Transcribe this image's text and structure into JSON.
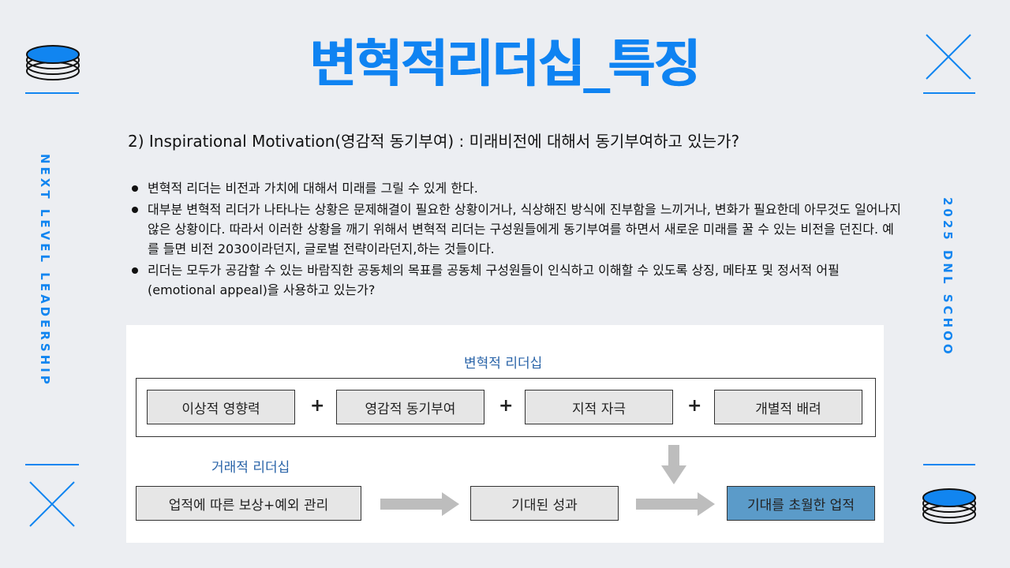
{
  "title": "변혁적리더십_특징",
  "side_left": "NEXT LEVEL LEADERSHIP",
  "side_right": "2025 DNL SCHOO",
  "subhead": "2) Inspirational Motivation(영감적 동기부여) : 미래비전에 대해서 동기부여하고 있는가?",
  "bullets": [
    "변혁적 리더는 비전과 가치에 대해서 미래를 그릴 수 있게 한다.",
    "대부분 변혁적 리더가 나타나는 상황은 문제해결이 필요한 상황이거나, 식상해진 방식에 진부함을 느끼거나, 변화가 필요한데 아무것도 일어나지 않은 상황이다. 따라서 이러한 상황을 깨기 위해서 변혁적 리더는 구성원들에게 동기부여를 하면서 새로운 미래를 꿀 수 있는 비전을 던진다. 예를 들면 비전 2030이라던지, 글로벌 전략이라던지,하는 것들이다.",
    "리더는 모두가 공감할 수 있는 바람직한 공동체의 목표를 공동체 구성원들이 인식하고 이해할 수 있도록 상징, 메타포 및 정서적 어필(emotional appeal)을 사용하고 있는가?"
  ],
  "diagram": {
    "transformational_label": "변혁적 리더십",
    "transactional_label": "거래적 리더십",
    "plus": "+",
    "factors": [
      "이상적 영향력",
      "영감적 동기부여",
      "지적 자극",
      "개별적 배려"
    ],
    "flow": [
      "업적에 따른 보상+예외 관리",
      "기대된 성과",
      "기대를 초월한 업적"
    ]
  },
  "colors": {
    "accent": "#0f83f2",
    "label": "#2a64a8",
    "box": "#e6e6e6",
    "highlight_box": "#5b9bc9",
    "arrow": "#bdbdbd"
  }
}
